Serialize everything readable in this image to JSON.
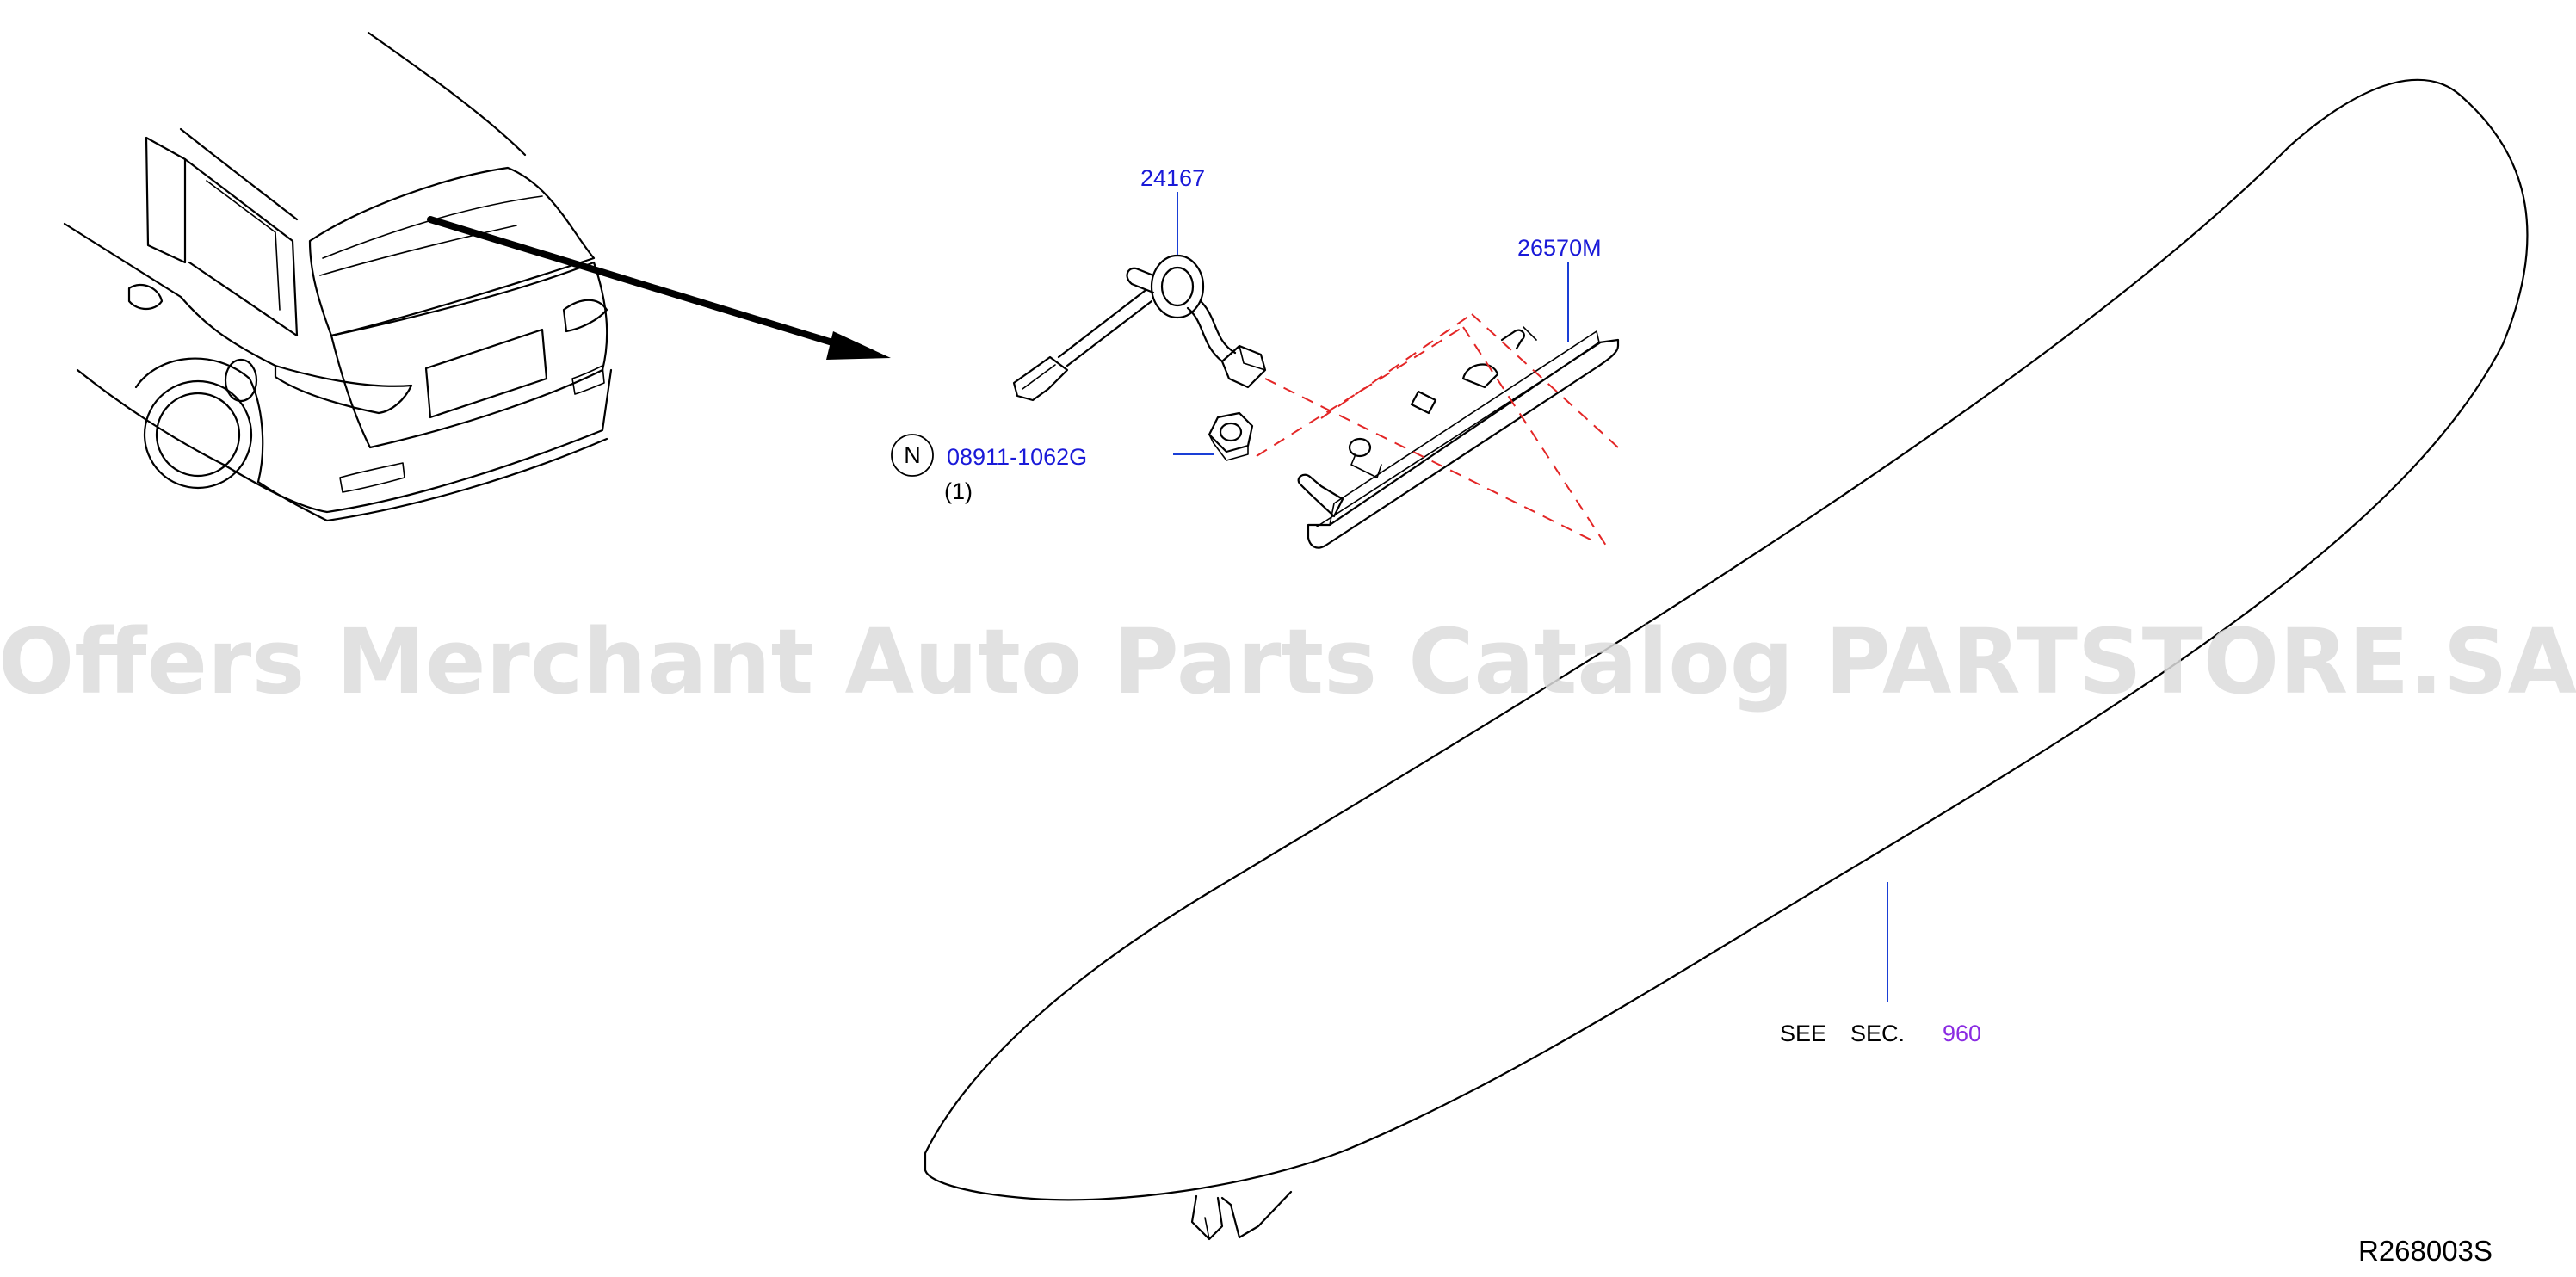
{
  "watermark": "Offers Merchant Auto Parts Catalog PARTSTORE.SA",
  "parts": {
    "socket": "24167",
    "lamp": "26570M",
    "nut_symbol": "N",
    "nut": "08911-1062G",
    "nut_qty": "(1)"
  },
  "see_section": {
    "see": "SEE",
    "sec": "SEC.",
    "number": "960"
  },
  "reference_code": "R268003S",
  "colors": {
    "part_label": "#1a1ad8",
    "section_link": "#8a2be2",
    "dashed_guide": "#e32626",
    "watermark": "#dcdcdc"
  }
}
